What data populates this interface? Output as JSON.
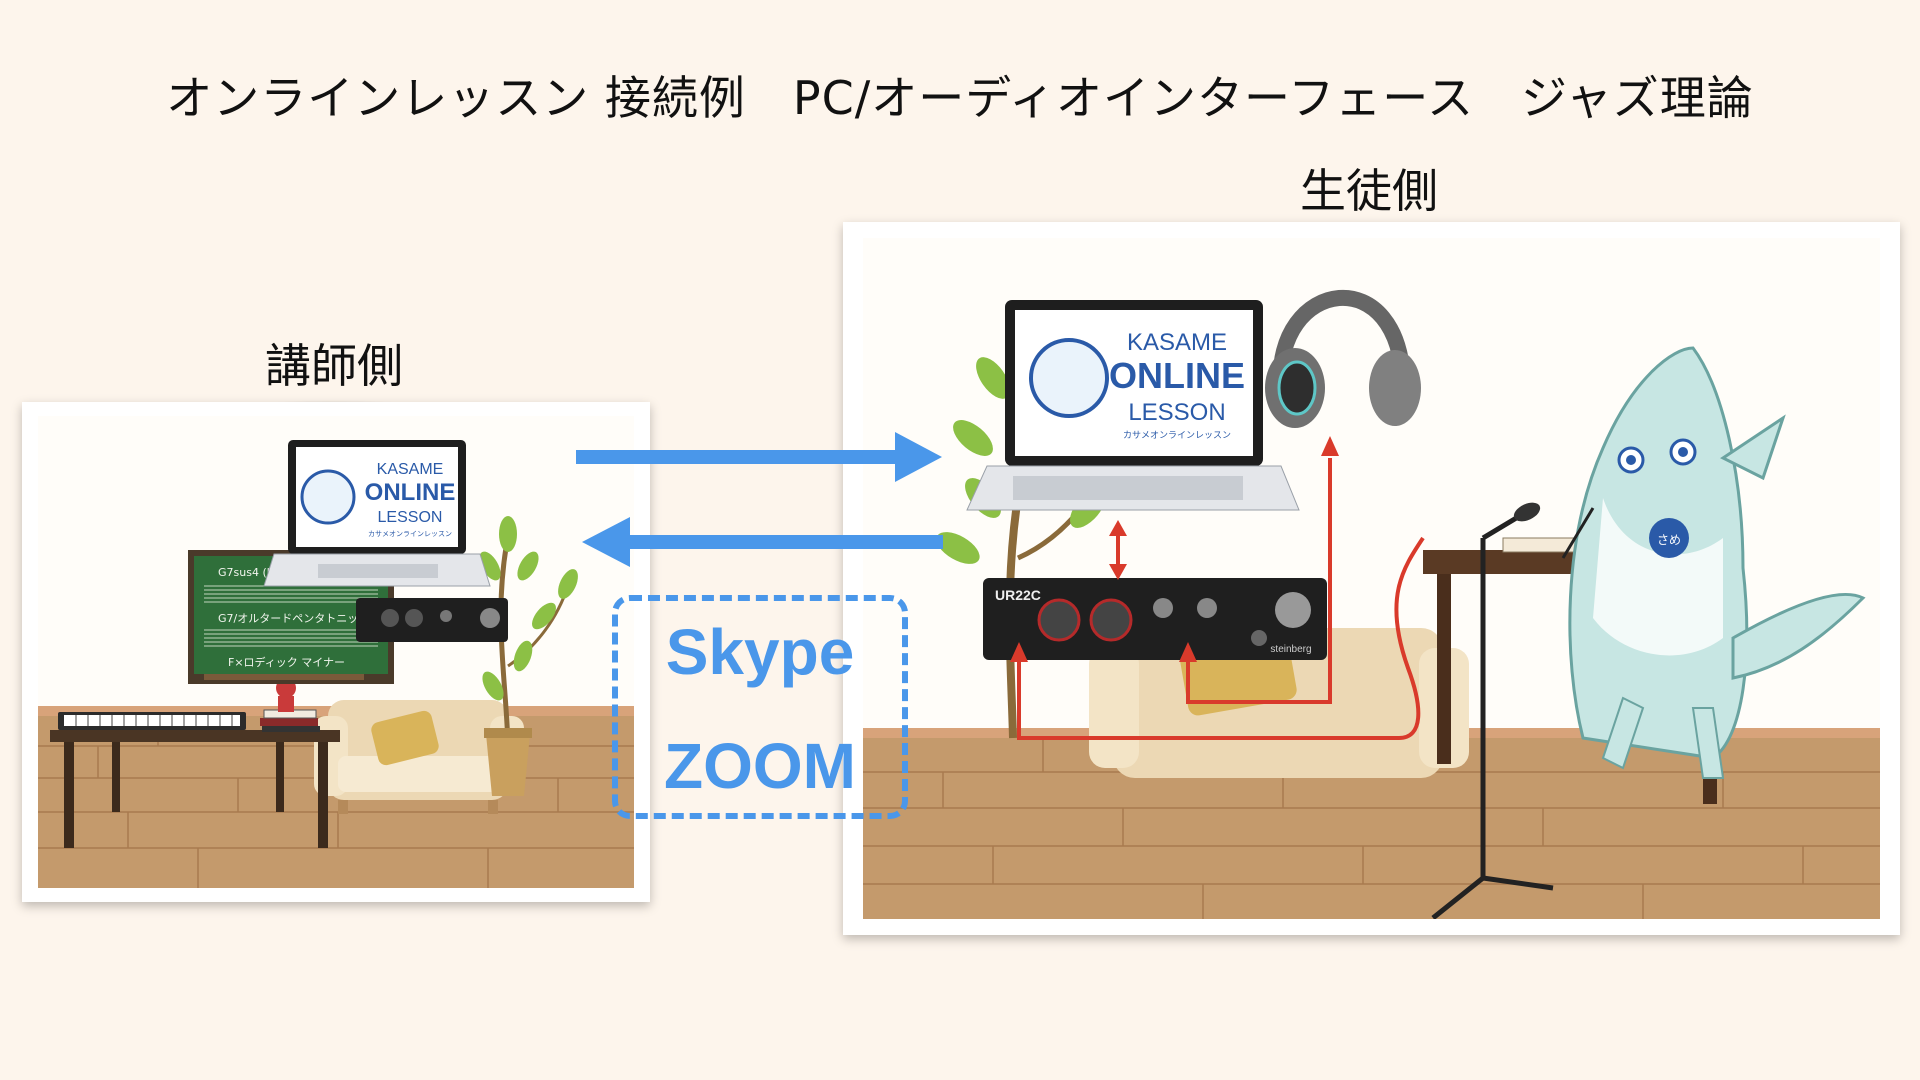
{
  "title": "オンラインレッスン 接続例　PC/オーディオインターフェース　ジャズ理論",
  "teacher": {
    "label": "講師側",
    "laptop_logo": {
      "line1": "KASAME",
      "line2": "ONLINE",
      "line3": "LESSON",
      "sub": "カサメオンラインレッスン"
    },
    "board_lines": [
      "G7sus4 (b9)",
      "G7/オルタードペンタトニック",
      "F×ロディック マイナー"
    ]
  },
  "student": {
    "label": "生徒側",
    "laptop_logo": {
      "line1": "KASAME",
      "line2": "ONLINE",
      "line3": "LESSON",
      "sub": "カサメオンラインレッスン"
    },
    "mascot_badge": "さめ",
    "interface_brand": "UR22C",
    "interface_maker": "steinberg"
  },
  "services": {
    "skype": "Skype",
    "zoom": "ZOOM"
  },
  "colors": {
    "arrow_blue": "#4a97ea",
    "cable_red": "#d93a2b",
    "background": "#fdf5ec"
  }
}
